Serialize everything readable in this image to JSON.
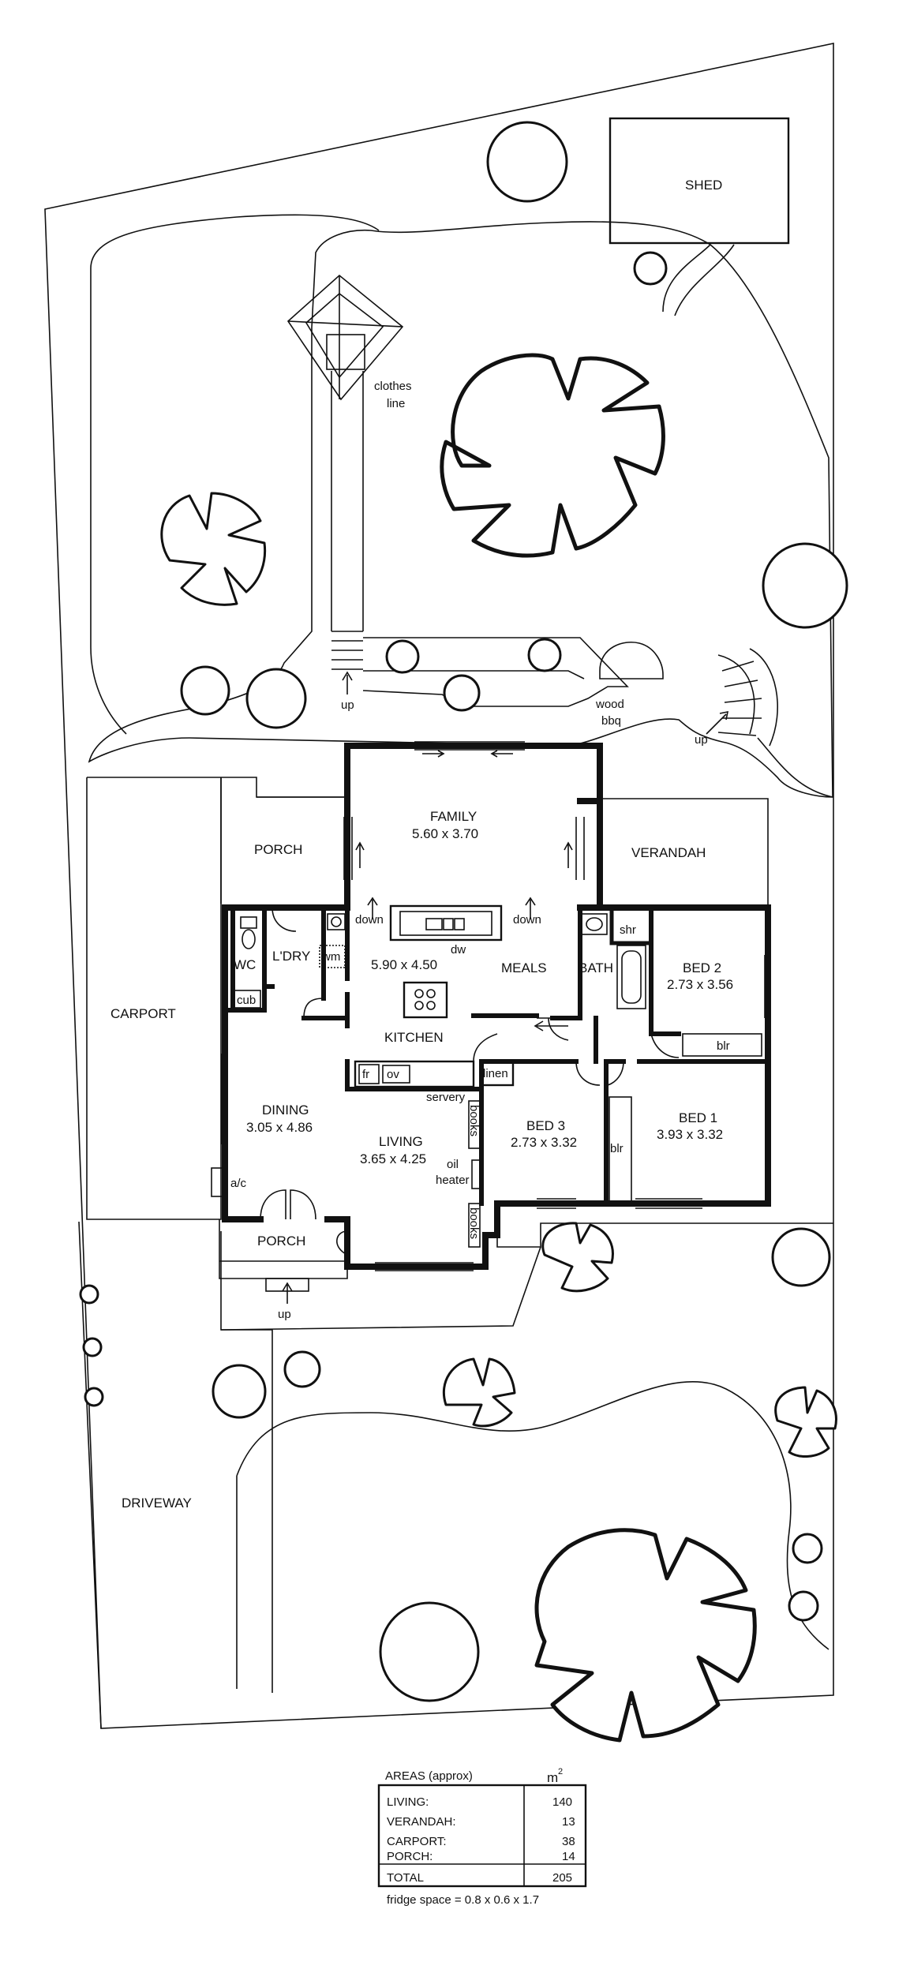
{
  "outdoor": {
    "shed": "SHED",
    "clothes_line_1": "clothes",
    "clothes_line_2": "line",
    "carport": "CARPORT",
    "driveway": "DRIVEWAY",
    "verandah": "VERANDAH",
    "porch_back": "PORCH",
    "porch_front": "PORCH",
    "wood_bbq_1": "wood",
    "wood_bbq_2": "bbq",
    "up": "up",
    "down": "down"
  },
  "rooms": {
    "family": {
      "name": "FAMILY",
      "dims": "5.60 x 3.70"
    },
    "kitchen_meals": {
      "dims": "5.90 x 4.50",
      "kitchen": "KITCHEN",
      "meals": "MEALS"
    },
    "dining": {
      "name": "DINING",
      "dims": "3.05 x 4.86"
    },
    "living": {
      "name": "LIVING",
      "dims": "3.65 x 4.25"
    },
    "bed1": {
      "name": "BED 1",
      "dims": "3.93 x 3.32"
    },
    "bed2": {
      "name": "BED 2",
      "dims": "2.73 x 3.56"
    },
    "bed3": {
      "name": "BED 3",
      "dims": "2.73 x 3.32"
    },
    "bath": "BATH",
    "laundry": "L'DRY",
    "wc": "WC"
  },
  "fixtures": {
    "dw": "dw",
    "wm": "wm",
    "cub": "cub",
    "fr": "fr",
    "ov": "ov",
    "linen": "linen",
    "servery": "servery",
    "books": "books",
    "oil_heater_1": "oil",
    "oil_heater_2": "heater",
    "ac": "a/c",
    "shr": "shr",
    "blr": "blr"
  },
  "areas": {
    "title": "AREAS (approx)",
    "unit": "m",
    "unit_sup": "2",
    "rows": [
      {
        "label": "LIVING:",
        "value": "140"
      },
      {
        "label": "VERANDAH:",
        "value": "13"
      },
      {
        "label": "CARPORT:",
        "value": "38"
      },
      {
        "label": "PORCH:",
        "value": "14"
      }
    ],
    "total_label": "TOTAL",
    "total_value": "205",
    "fridge_note": "fridge space = 0.8 x 0.6 x 1.7"
  }
}
